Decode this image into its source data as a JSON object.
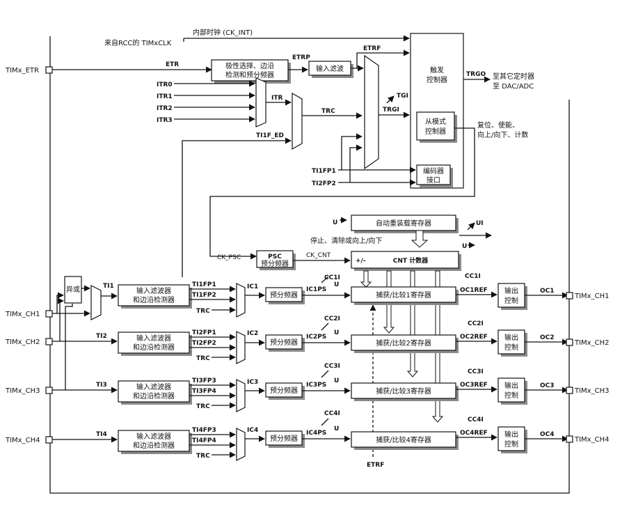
{
  "signals": {
    "ck_int": "内部时钟 (CK_INT)",
    "rcc": "来自RCC的 TIMxCLK",
    "etr": "ETR",
    "etrp": "ETRP",
    "etrf": "ETRF",
    "itr0": "ITR0",
    "itr1": "ITR1",
    "itr2": "ITR2",
    "itr3": "ITR3",
    "itr": "ITR",
    "trc": "TRC",
    "ti1f_ed": "TI1F_ED",
    "tgi": "TGI",
    "trgi": "TRGI",
    "trgo": "TRGO",
    "trgo_dest1": "至其它定时器",
    "trgo_dest2": "至 DAC/ADC",
    "reset_note1": "复位、使能、",
    "reset_note2": "向上/向下、计数",
    "ti1fp1": "TI1FP1",
    "ti2fp2": "TI2FP2",
    "u": "U",
    "ui": "UI",
    "stop_clear": "停止、清除或向上/向下",
    "ck_psc": "CK_PSC",
    "ck_cnt": "CK_CNT",
    "plusminus": "+/-",
    "ti1": "TI1",
    "ti2": "TI2",
    "ti3": "TI3",
    "ti4": "TI4",
    "ti1fp1_b": "TI1FP1",
    "ti1fp2": "TI1FP2",
    "ti2fp1": "TI2FP1",
    "ti2fp2_b": "TI2FP2",
    "ti3fp3": "TI3FP3",
    "ti3fp4": "TI3FP4",
    "ti4fp3": "TI4FP3",
    "ti4fp4": "TI4FP4",
    "ic1": "IC1",
    "ic2": "IC2",
    "ic3": "IC3",
    "ic4": "IC4",
    "ic1ps": "IC1PS",
    "ic2ps": "IC2PS",
    "ic3ps": "IC3PS",
    "ic4ps": "IC4PS",
    "cc1i": "CC1I",
    "cc2i": "CC2I",
    "cc3i": "CC3I",
    "cc4i": "CC4I",
    "oc1ref": "OC1REF",
    "oc2ref": "OC2REF",
    "oc3ref": "OC3REF",
    "oc4ref": "OC4REF",
    "oc1": "OC1",
    "oc2": "OC2",
    "oc3": "OC3",
    "oc4": "OC4",
    "etrf_bottom": "ETRF"
  },
  "pins": {
    "etr": "TIMx_ETR",
    "ch1_in": "TIMx_CH1",
    "ch2_in": "TIMx_CH2",
    "ch3_in": "TIMx_CH3",
    "ch4_in": "TIMx_CH4",
    "ch1_out": "TIMx_CH1",
    "ch2_out": "TIMx_CH2",
    "ch3_out": "TIMx_CH3",
    "ch4_out": "TIMx_CH4"
  },
  "blocks": {
    "polarity_l1": "极性选择、边沿",
    "polarity_l2": "检测和预分频器",
    "input_filter": "输入滤波",
    "trigger_l1": "触发",
    "trigger_l2": "控制器",
    "slave_l1": "从模式",
    "slave_l2": "控制器",
    "encoder_l1": "编码器",
    "encoder_l2": "接口",
    "autoreload": "自动重装载寄存器",
    "psc": "PSC",
    "psc_sub": "预分频器",
    "cnt": "CNT 计数器",
    "xor": "异或",
    "filter_l1": "输入滤波器",
    "filter_l2": "和边沿检测器",
    "prescaler": "预分频器",
    "ccr1": "捕获/比较1寄存器",
    "ccr2": "捕获/比较2寄存器",
    "ccr3": "捕获/比较3寄存器",
    "ccr4": "捕获/比较4寄存器",
    "out_l1": "输出",
    "out_l2": "控制"
  }
}
